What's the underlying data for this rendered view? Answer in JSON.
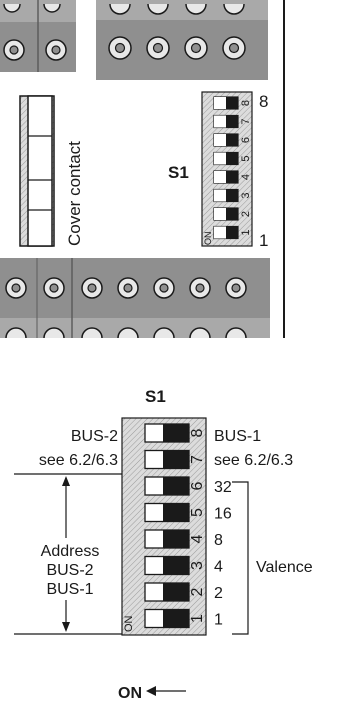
{
  "top": {
    "cover_contact": "Cover contact",
    "s1": "S1",
    "pos_high": "8",
    "pos_low": "1",
    "on": "ON",
    "switch_numbers": [
      "8",
      "7",
      "6",
      "5",
      "4",
      "3",
      "2",
      "1"
    ]
  },
  "bottom": {
    "s1": "S1",
    "bus2_title": "BUS-2",
    "bus2_ref": "see 6.2/6.3",
    "bus1_title": "BUS-1",
    "bus1_ref": "see 6.2/6.3",
    "address_lines": [
      "Address",
      "BUS-2",
      "BUS-1"
    ],
    "valence_label": "Valence",
    "on_label": "ON",
    "switches": [
      {
        "num": "8",
        "value": ""
      },
      {
        "num": "7",
        "value": ""
      },
      {
        "num": "6",
        "value": "32"
      },
      {
        "num": "5",
        "value": "16"
      },
      {
        "num": "4",
        "value": "8"
      },
      {
        "num": "3",
        "value": "4"
      },
      {
        "num": "2",
        "value": "2"
      },
      {
        "num": "1",
        "value": "1"
      }
    ],
    "on_marker": "ON"
  },
  "colors": {
    "terminal_gray": "#8f8f8f",
    "terminal_dark": "#6e6e6e",
    "ink": "#1a1a1a"
  }
}
